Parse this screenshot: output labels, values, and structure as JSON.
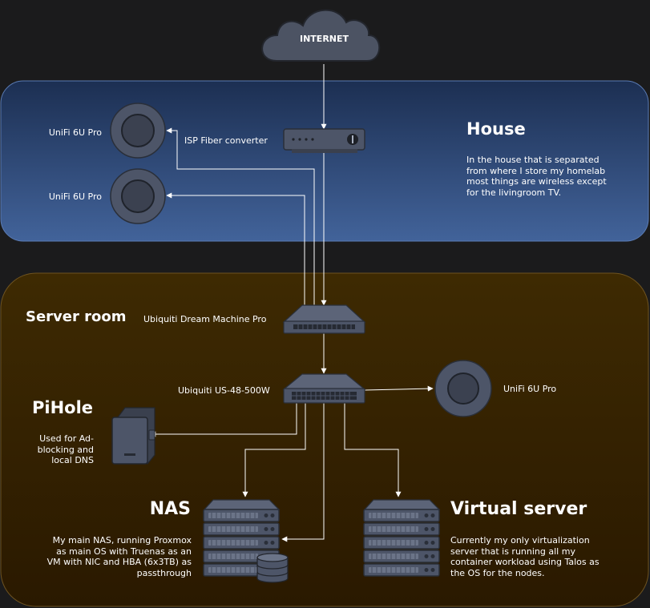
{
  "internet": {
    "label": "INTERNET"
  },
  "house": {
    "title": "House",
    "description": "In the house that is separated from where I store my homelab most things are wireless except for the livingroom TV.",
    "ap1_label": "UniFi 6U Pro",
    "ap2_label": "UniFi 6U Pro",
    "isp_label": "ISP Fiber converter"
  },
  "server_room": {
    "title": "Server room",
    "udm_label": "Ubiquiti Dream Machine Pro",
    "switch_label": "Ubiquiti US-48-500W",
    "ap_label": "UniFi 6U Pro"
  },
  "pihole": {
    "title": "PiHole",
    "description": "Used for Ad-blocking and local DNS"
  },
  "nas": {
    "title": "NAS",
    "description": "My main NAS, running Proxmox as main OS with Truenas as an VM with NIC and HBA (6x3TB) as passthrough"
  },
  "virtual_server": {
    "title": "Virtual server",
    "description": "Currently my only virtualization server that is running all my container workload using Talos as the OS for the nodes."
  },
  "colors": {
    "background": "#1b1b1c",
    "house_zone_top": "#1b2e4f",
    "house_zone_bottom": "#3f5f91",
    "server_zone_top": "#3c2800",
    "server_zone_bottom": "#2b1a00",
    "device": "#4a5264",
    "device_dark": "#262a33",
    "line": "#ffffff"
  }
}
